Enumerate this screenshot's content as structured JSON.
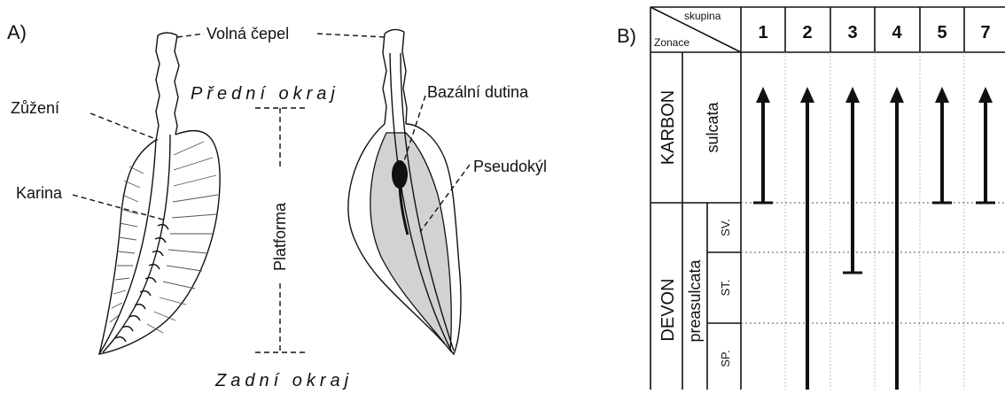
{
  "panel_a": {
    "label": "A)",
    "volna_cepel": "Volná čepel",
    "predni_okraj": "Přední okraj",
    "zadni_okraj": "Zadní okraj",
    "zuzeni": "Zůžení",
    "karina": "Karina",
    "platforma": "Platforma",
    "bazalni_dutina": "Bazální dutina",
    "pseudokyl": "Pseudokýl"
  },
  "panel_b": {
    "label": "B)",
    "header_skupina": "skupina",
    "header_zonace": "Zonace",
    "groups": [
      "1",
      "2",
      "3",
      "4",
      "5",
      "7"
    ],
    "systems": {
      "karbon": "KARBON",
      "devon": "DEVON"
    },
    "zones": {
      "sulcata": "sulcata",
      "preasulcata": "preasulcata"
    },
    "subzones": [
      "SV.",
      "ST.",
      "SP."
    ]
  }
}
